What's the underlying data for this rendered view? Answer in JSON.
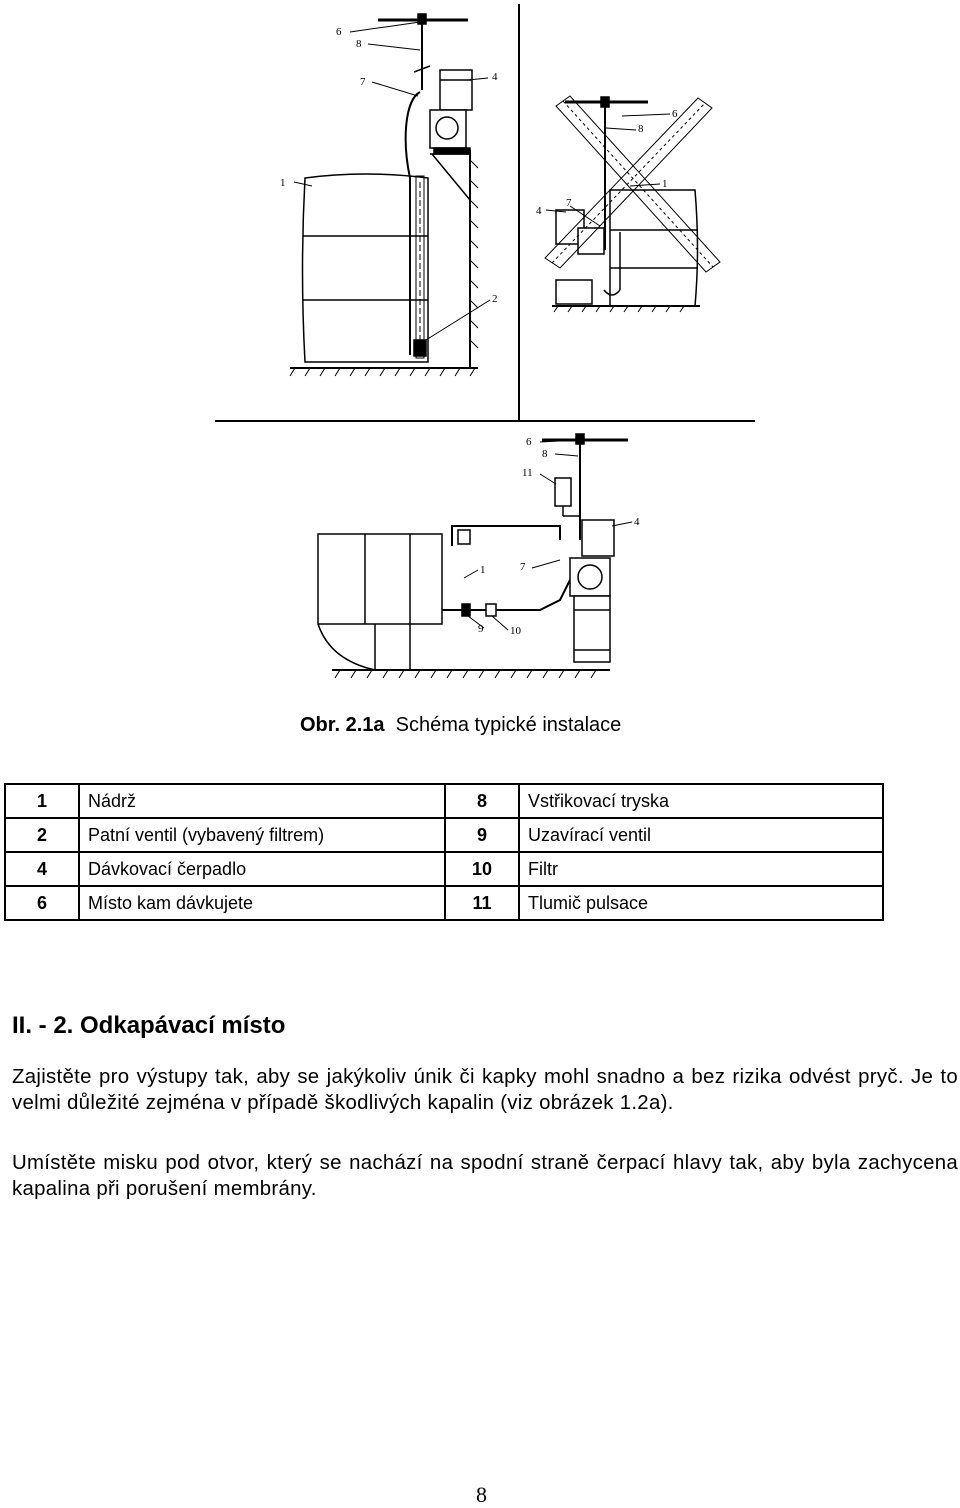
{
  "figure": {
    "callouts": {
      "top_left": [
        "6",
        "8",
        "7",
        "4",
        "1",
        "2"
      ],
      "top_right": [
        "6",
        "8",
        "1",
        "7",
        "4"
      ],
      "bottom": [
        "6",
        "8",
        "11",
        "4",
        "1",
        "7",
        "9",
        "10"
      ]
    }
  },
  "caption": {
    "prefix": "Obr. 2.1a",
    "text": "Schéma typické instalace"
  },
  "legend": {
    "rows": [
      {
        "n1": "1",
        "l1": "Nádrž",
        "n2": "8",
        "l2": "Vstřikovací tryska"
      },
      {
        "n1": "2",
        "l1": "Patní ventil (vybavený filtrem)",
        "n2": "9",
        "l2": "Uzavírací ventil"
      },
      {
        "n1": "4",
        "l1": "Dávkovací čerpadlo",
        "n2": "10",
        "l2": "Filtr"
      },
      {
        "n1": "6",
        "l1": "Místo kam dávkujete",
        "n2": "11",
        "l2": "Tlumič pulsace"
      }
    ]
  },
  "section": {
    "heading": "II. - 2. Odkapávací místo",
    "paragraph1": "Zajistěte pro výstupy tak, aby se jakýkoliv únik či kapky mohl snadno a bez rizika odvést pryč. Je to velmi důležité zejména v případě škodlivých kapalin (viz obrázek 1.2a).",
    "paragraph2": "Umístěte misku pod otvor, který se nachází na spodní straně čerpací hlavy tak, aby byla zachycena kapalina při porušení membrány."
  },
  "page_number": "8"
}
